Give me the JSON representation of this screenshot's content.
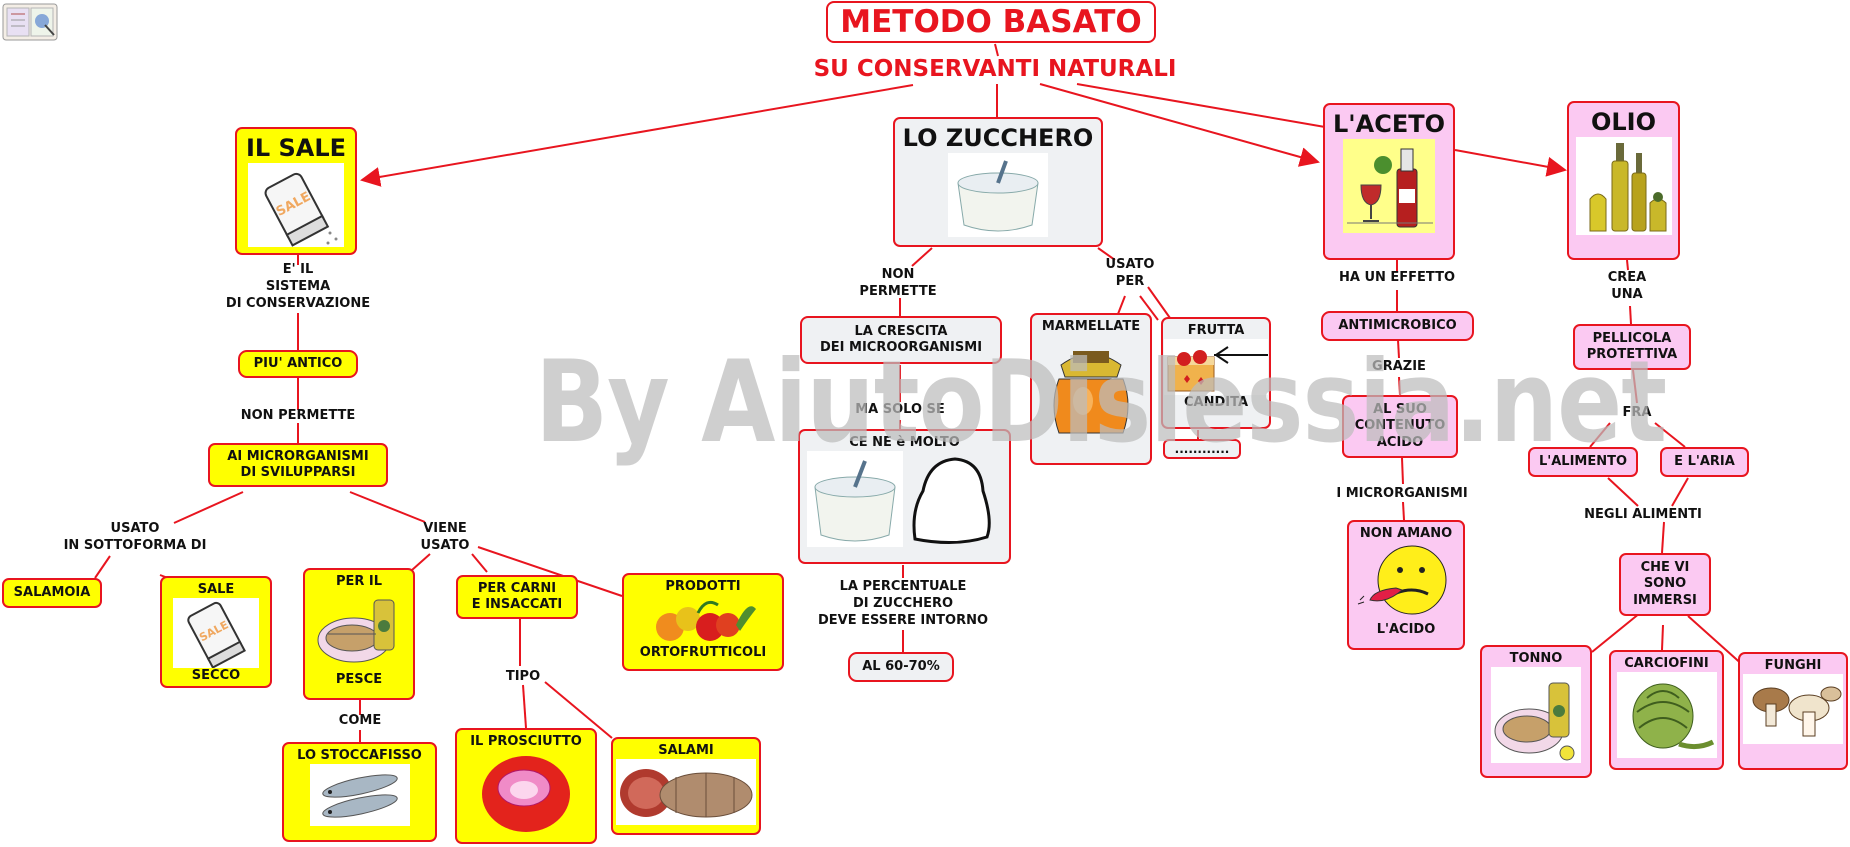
{
  "title": "METODO BASATO",
  "subtitle": "SU CONSERVANTI NATURALI",
  "watermark": "By AiutoDislessia.net",
  "colors": {
    "line": "#e8151f",
    "yellow": "#ffff00",
    "pink": "#fbc9f2",
    "grey": "#eff1f3"
  },
  "sale": {
    "title": "IL SALE",
    "l1": "E' IL\nSISTEMA\nDI CONSERVAZIONE",
    "n1": "PIU' ANTICO",
    "l2": "NON PERMETTE",
    "n2": "AI MICRORGANISMI\nDI SVILUPPARSI",
    "l3": "USATO\nIN SOTTOFORMA DI",
    "n3": "SALAMOIA",
    "n4_top": "SALE",
    "n4_bottom": "SECCO",
    "l4": "VIENE\nUSATO",
    "n5_top": "PER IL",
    "n5_bottom": "PESCE",
    "l5": "COME",
    "n6": "LO STOCCAFISSO",
    "n7": "PER CARNI\nE INSACCATI",
    "l6": "TIPO",
    "n8": "IL PROSCIUTTO",
    "n9": "SALAMI",
    "n10_top": "PRODOTTI",
    "n10_bottom": "ORTOFRUTTICOLI"
  },
  "zucchero": {
    "title": "LO ZUCCHERO",
    "l1": "NON\nPERMETTE",
    "n1": "LA CRESCITA\nDEI MICROORGANISMI",
    "l2": "MA SOLO SE",
    "n2": "CE NE è MOLTO",
    "l3": "LA PERCENTUALE\nDI ZUCCHERO\nDEVE ESSERE INTORNO",
    "n3": "AL 60-70%",
    "l4": "USATO\nPER",
    "n4": "MARMELLATE",
    "n5_top": "FRUTTA",
    "n5_bottom": "CANDITA",
    "n6": "............"
  },
  "aceto": {
    "title": "L'ACETO",
    "l1": "HA UN EFFETTO",
    "n1": "ANTIMICROBICO",
    "l2": "GRAZIE",
    "n2": "AL SUO\nCONTENUTO\nACIDO",
    "l3": "I MICRORGANISMI",
    "n3_top": "NON AMANO",
    "n3_bottom": "L'ACIDO"
  },
  "olio": {
    "title": "OLIO",
    "l1": "CREA\nUNA",
    "n1": "PELLICOLA\nPROTETTIVA",
    "l2": "FRA",
    "n2": "L'ALIMENTO",
    "n3": "E L'ARIA",
    "l3": "NEGLI ALIMENTI",
    "n4": "CHE VI\nSONO\nIMMERSI",
    "n5": "TONNO",
    "n6": "CARCIOFINI",
    "n7": "FUNGHI"
  }
}
